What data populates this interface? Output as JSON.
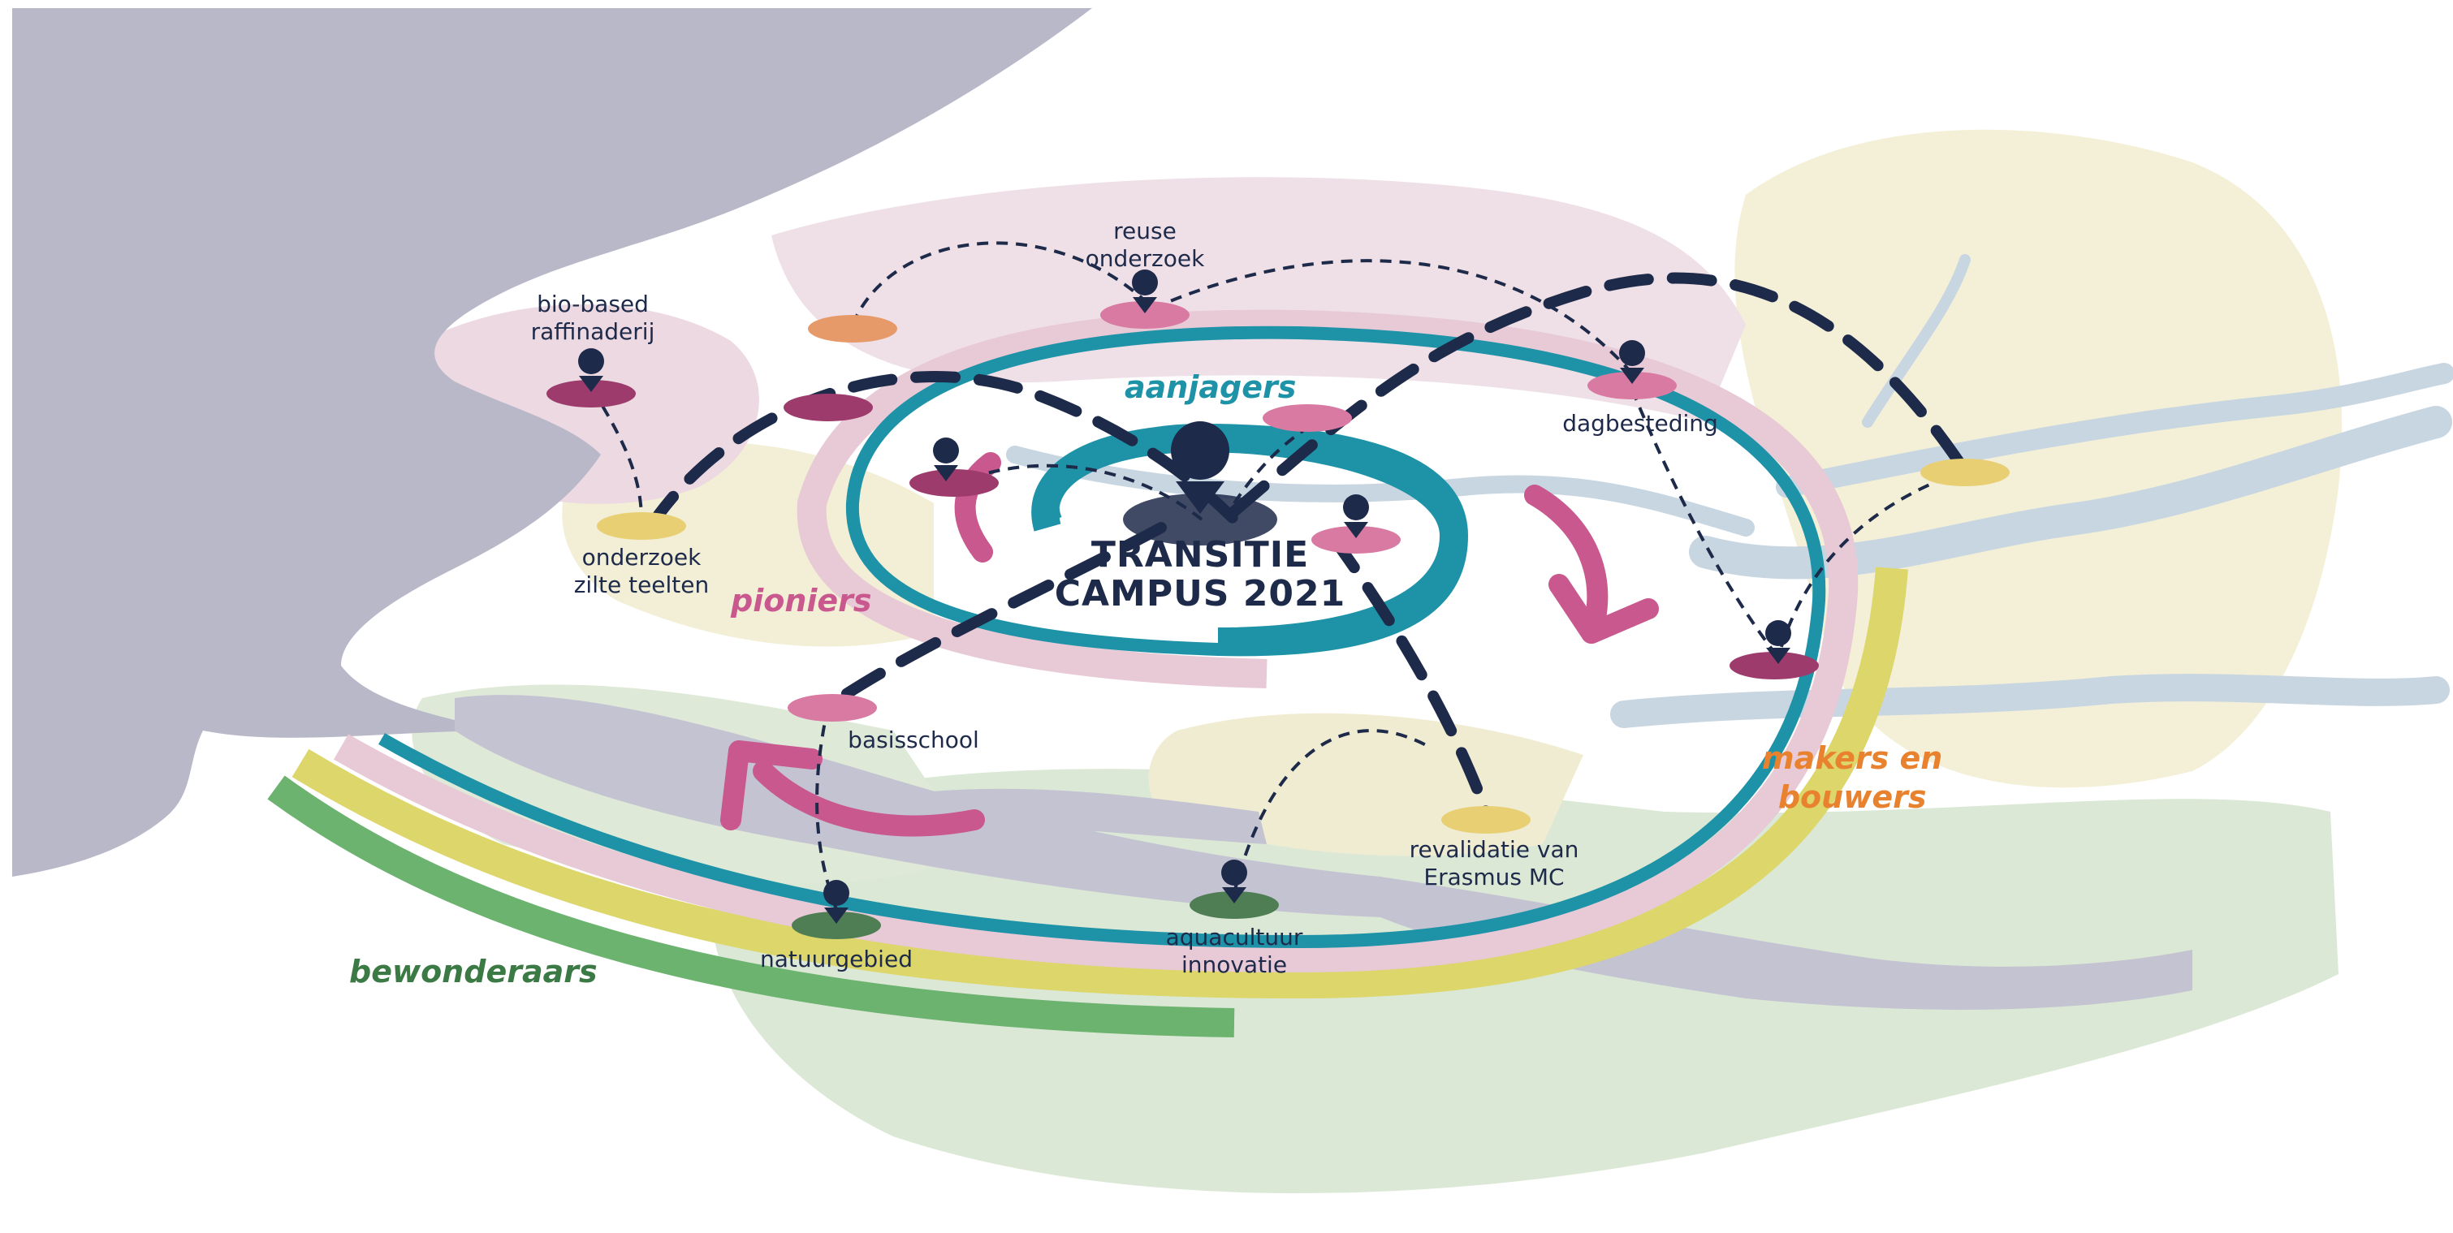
{
  "center": {
    "title_line1": "TRANSITIE",
    "title_line2": "CAMPUS 2021"
  },
  "rings": {
    "aanjagers": {
      "label": "aanjagers",
      "color": "#1e93a8"
    },
    "pioniers": {
      "label": "pioniers",
      "color": "#c9588e"
    },
    "makers": {
      "label_line1": "makers en",
      "label_line2": "bouwers",
      "color": "#e8822e"
    },
    "bewonderaars": {
      "label": "bewonderaars",
      "color": "#3b7a45"
    }
  },
  "locations": [
    {
      "id": "bio-based",
      "line1": "bio-based",
      "line2": "raffinaderij"
    },
    {
      "id": "reuse",
      "line1": "reuse",
      "line2": "onderzoek"
    },
    {
      "id": "dagbesteding",
      "line1": "dagbesteding",
      "line2": ""
    },
    {
      "id": "onderzoek-zilte",
      "line1": "onderzoek",
      "line2": "zilte teelten"
    },
    {
      "id": "basisschool",
      "line1": "basisschool",
      "line2": ""
    },
    {
      "id": "revalidatie",
      "line1": "revalidatie van",
      "line2": "Erasmus MC"
    },
    {
      "id": "natuurgebied",
      "line1": "natuurgebied",
      "line2": ""
    },
    {
      "id": "aquacultuur",
      "line1": "aquacultuur",
      "line2": "innovatie"
    }
  ],
  "colors": {
    "sea": "#b9b8c9",
    "land_green": "#d9e7d2",
    "land_yellow": "#f4f1d8",
    "land_pink": "#efdde6",
    "river": "#c9d8e3",
    "navy": "#1e2a4a",
    "teal": "#1e93a8",
    "pink_ring": "#e8c9d6",
    "yellow_ring": "#dcd66b",
    "green_ring": "#6bb36f",
    "magenta": "#b04a7c",
    "orange_dot": "#e69a6a",
    "yellow_dot": "#e8cf74",
    "darkgreen_dot": "#4f7e55"
  },
  "icons": [
    "person-pin-icon",
    "arrow-curve-icon"
  ]
}
